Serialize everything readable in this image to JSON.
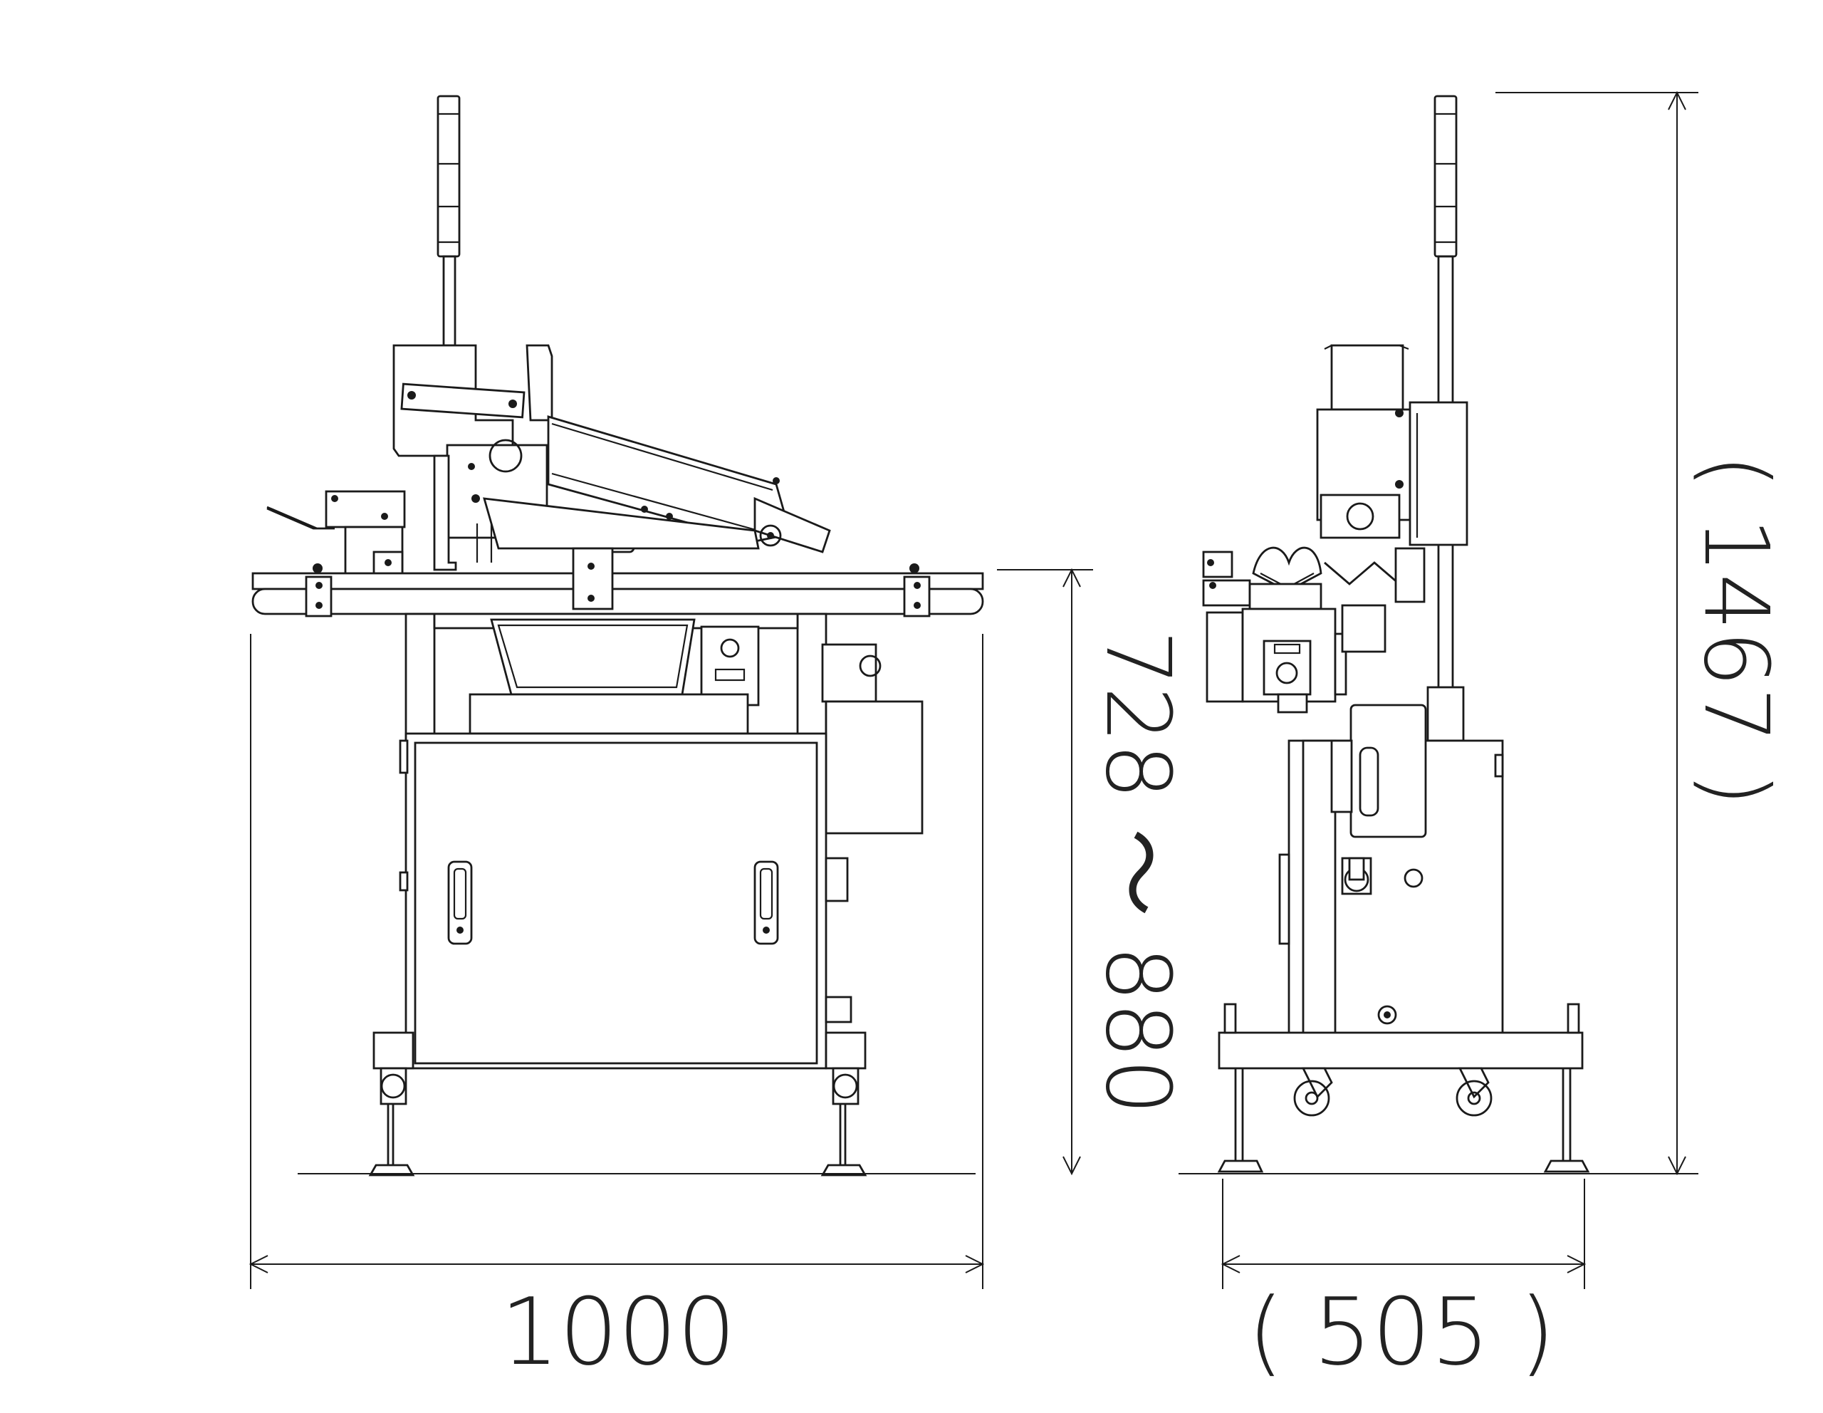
{
  "dimensions": {
    "front_width": "1000",
    "side_width": "( 505 )",
    "height_range": "728 ～ 880",
    "overall_height": "( 1467 )"
  },
  "colors": {
    "line": "#1a1a1a",
    "background": "#ffffff"
  }
}
